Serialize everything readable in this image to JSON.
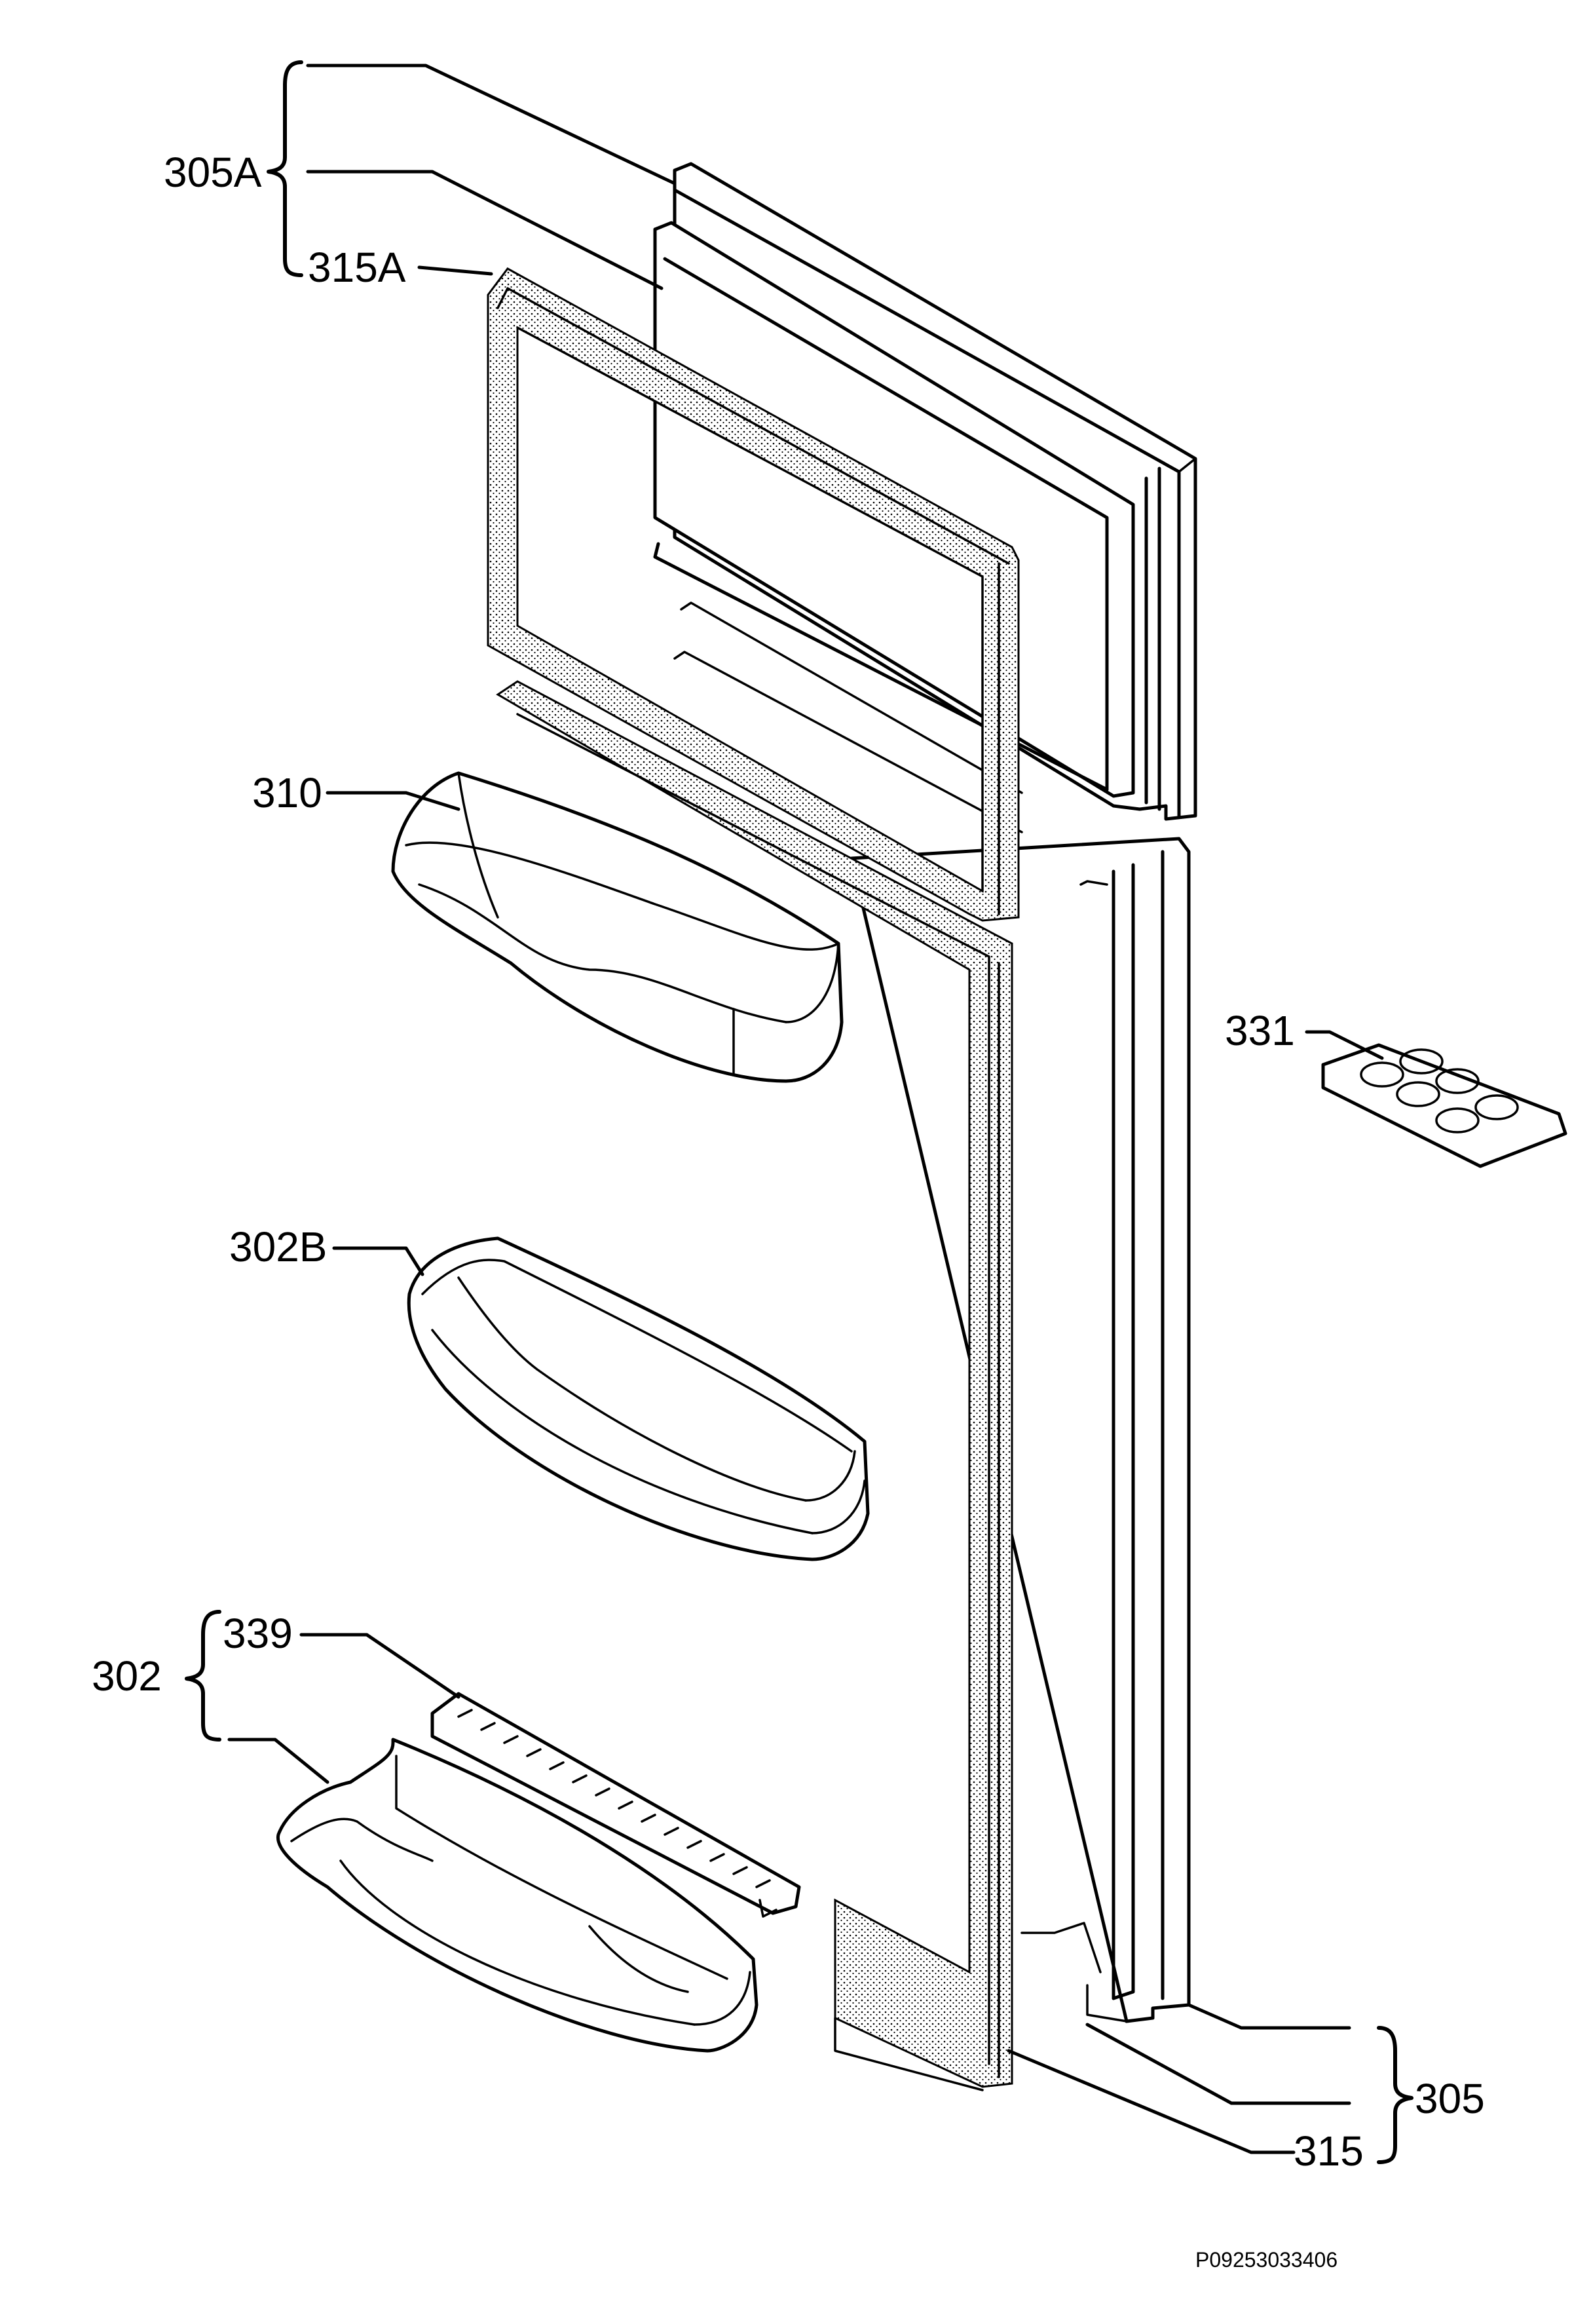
{
  "diagram": {
    "labels": {
      "l305a": "305A",
      "l315a": "315A",
      "l310": "310",
      "l331": "331",
      "l302b": "302B",
      "l302": "302",
      "l339": "339",
      "l305": "305",
      "l315": "315"
    },
    "code": "P09253033406"
  }
}
